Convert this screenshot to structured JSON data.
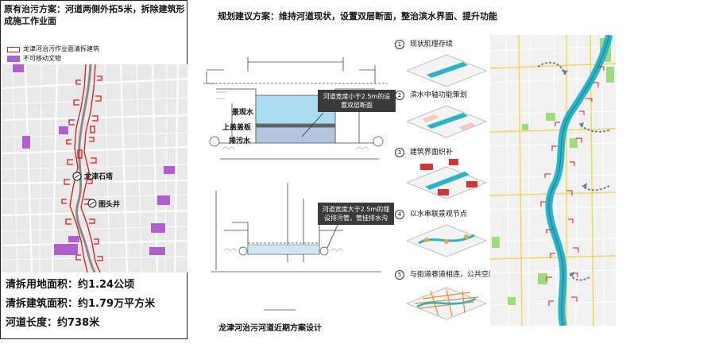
{
  "left_panel": {
    "title": "原有治污方案：河道两侧外拓5米，拆除建筑形成施工作业面",
    "legend": [
      {
        "label": "龙津河治污作业面清拆建筑",
        "color": "#e01515",
        "icon": "red-outline-swatch-icon"
      },
      {
        "label": "不可移动文物",
        "color": "#b05ed1",
        "icon": "purple-fill-swatch-icon"
      }
    ],
    "map_labels": {
      "pagoda": "龙津石塔",
      "well": "图头井"
    },
    "stats": [
      "清拆用地面积：约1.24公顷",
      "清拆建筑面积：约1.79万平方米",
      "河道长度：约738米"
    ]
  },
  "middle_panel": {
    "title": "规划建议方案：维持河道现状，设置双层断面，整治滨水界面、提升功能",
    "section_top": {
      "labels": {
        "scenery": "景观水",
        "cover": "上盖盖板",
        "sewage": "排污水"
      },
      "callout": "河道宽度小于2.5m的设置双层断面"
    },
    "section_bottom": {
      "callout": "河道宽度大于2.5m的埋设排污管，管挂排水沟"
    },
    "caption": "龙津河治污河道近期方案设计"
  },
  "steps": [
    {
      "num": "1",
      "label": "现状肌理存续"
    },
    {
      "num": "2",
      "label": "滨水中轴功能策划"
    },
    {
      "num": "3",
      "label": "建筑界面织补"
    },
    {
      "num": "4",
      "label": "以水串联景观节点"
    },
    {
      "num": "5",
      "label": "与街道巷道相连，公共空间整体升级"
    }
  ],
  "colors": {
    "river": "#27b5c9",
    "demolish": "#e01515",
    "relic": "#b05ed1",
    "green": "#8fd86a",
    "street": "#f2d54a"
  }
}
